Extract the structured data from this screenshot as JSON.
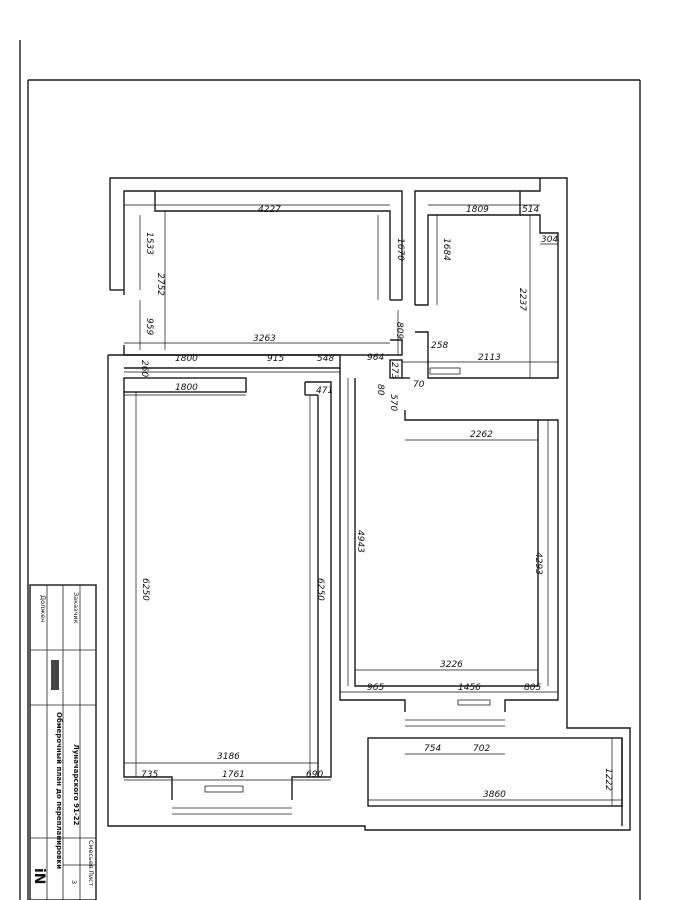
{
  "dimensions": {
    "d4227": "4227",
    "d1809": "1809",
    "d514": "514",
    "d304": "304",
    "d1533": "1533",
    "d2752": "2752",
    "d1670": "1670",
    "d1684": "1684",
    "d2237": "2237",
    "d959": "959",
    "d809": "809",
    "d258": "258",
    "d3263": "3263",
    "d964": "964",
    "d2113": "2113",
    "d260": "260",
    "d1800a": "1800",
    "d915": "915",
    "d548": "548",
    "d273": "273",
    "d70": "70",
    "d1800b": "1800",
    "d471": "471",
    "d80": "80",
    "d570": "570",
    "d2262": "2262",
    "d4943": "4943",
    "d4293": "4293",
    "d6250a": "6250",
    "d6250b": "6250",
    "d3226": "3226",
    "d965": "965",
    "d1456": "1456",
    "d805": "805",
    "d3186": "3186",
    "d754": "754",
    "d702": "702",
    "d735": "735",
    "d1761": "1761",
    "d690": "690",
    "d1222": "1222",
    "d3860": "3860"
  },
  "title_block": {
    "customer_label": "Заказчик",
    "project_label": "Должен",
    "address": "Луначарского 91-22",
    "drawing_title": "Обмерочный план до перепланировки",
    "sheet_label": "Лист",
    "sheet_number": "3",
    "sheets_label": "Смесьев",
    "logo": "iN"
  },
  "colors": {
    "ink": "#1a1a1a",
    "paper": "#ffffff"
  }
}
